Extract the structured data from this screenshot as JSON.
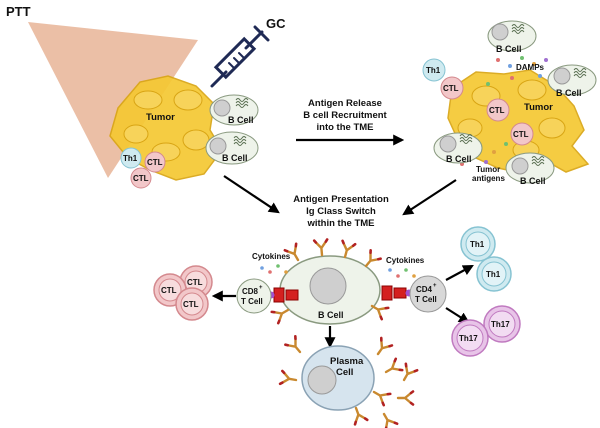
{
  "labels": {
    "ptt": "PTT",
    "gc": "GC",
    "tumor_left": "Tumor",
    "tumor_right": "Tumor",
    "bcell": "B Cell",
    "th1": "Th1",
    "ctl": "CTL",
    "th17": "Th17",
    "damps": "DAMPs",
    "tumor_antigens_1": "Tumor",
    "tumor_antigens_2": "antigens",
    "cytokines": "Cytokines",
    "cd8_1": "CD8",
    "cd8_sup": "+",
    "cd8_2": "T Cell",
    "cd4_1": "CD4",
    "cd4_sup": "+",
    "cd4_2": "T Cell",
    "plasma_1": "Plasma",
    "plasma_2": "Cell"
  },
  "steps": {
    "release_1": "Antigen Release",
    "release_2": "B cell Recruitment",
    "release_3": "into the TME",
    "present_1": "Antigen Presentation",
    "present_2": "Ig Class Switch",
    "present_3": "within the TME"
  },
  "colors": {
    "ptt_beam": "#e8b496",
    "tumor": "#f5c833",
    "tumor_dark": "#d9a514",
    "bcell_fill": "#eef3ea",
    "bcell_stroke": "#8a9a80",
    "nucleus": "#cfcfcf",
    "ctl_fill": "#f2c7c9",
    "ctl_stroke": "#d4898e",
    "th1_fill": "#cfeaf0",
    "th1_stroke": "#86c3d2",
    "th17_fill": "#e8c4e8",
    "th17_stroke": "#c07ac0",
    "antibody": "#c9892f",
    "antibody_tip": "#b22222",
    "receptor": "#d42020",
    "syringe": "#1f2a55",
    "arrow": "#000000"
  }
}
